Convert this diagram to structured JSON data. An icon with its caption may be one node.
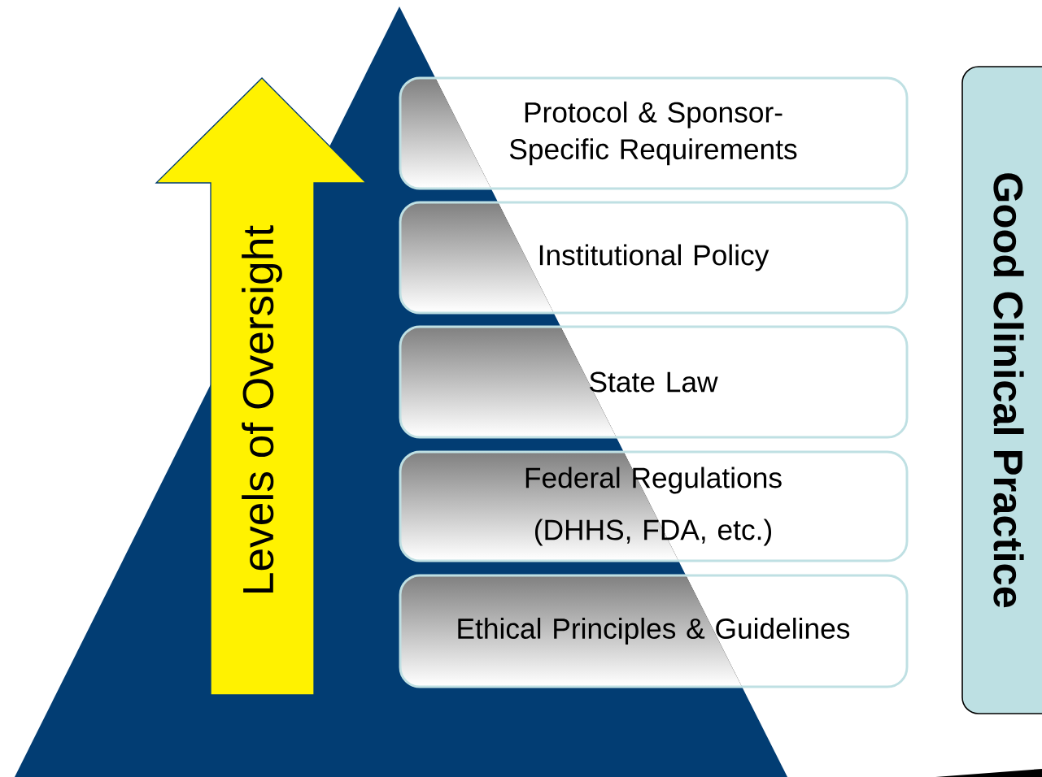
{
  "diagram": {
    "nodes": [
      {
        "text": [
          "Levels of Oversight"
        ]
      },
      {
        "text": [
          "Protocol & Sponsor-Specific Requirements"
        ]
      },
      {
        "text": [
          "Institutional Policy"
        ]
      },
      {
        "text": [
          "State Law"
        ]
      },
      {
        "text": [
          "Federal Regulations (DHHS, FDA, etc.)"
        ]
      },
      {
        "text": [
          "Ethical Principles & Guidelines"
        ]
      },
      {
        "text": [
          "Good Clinical Practice"
        ]
      }
    ]
  }
}
